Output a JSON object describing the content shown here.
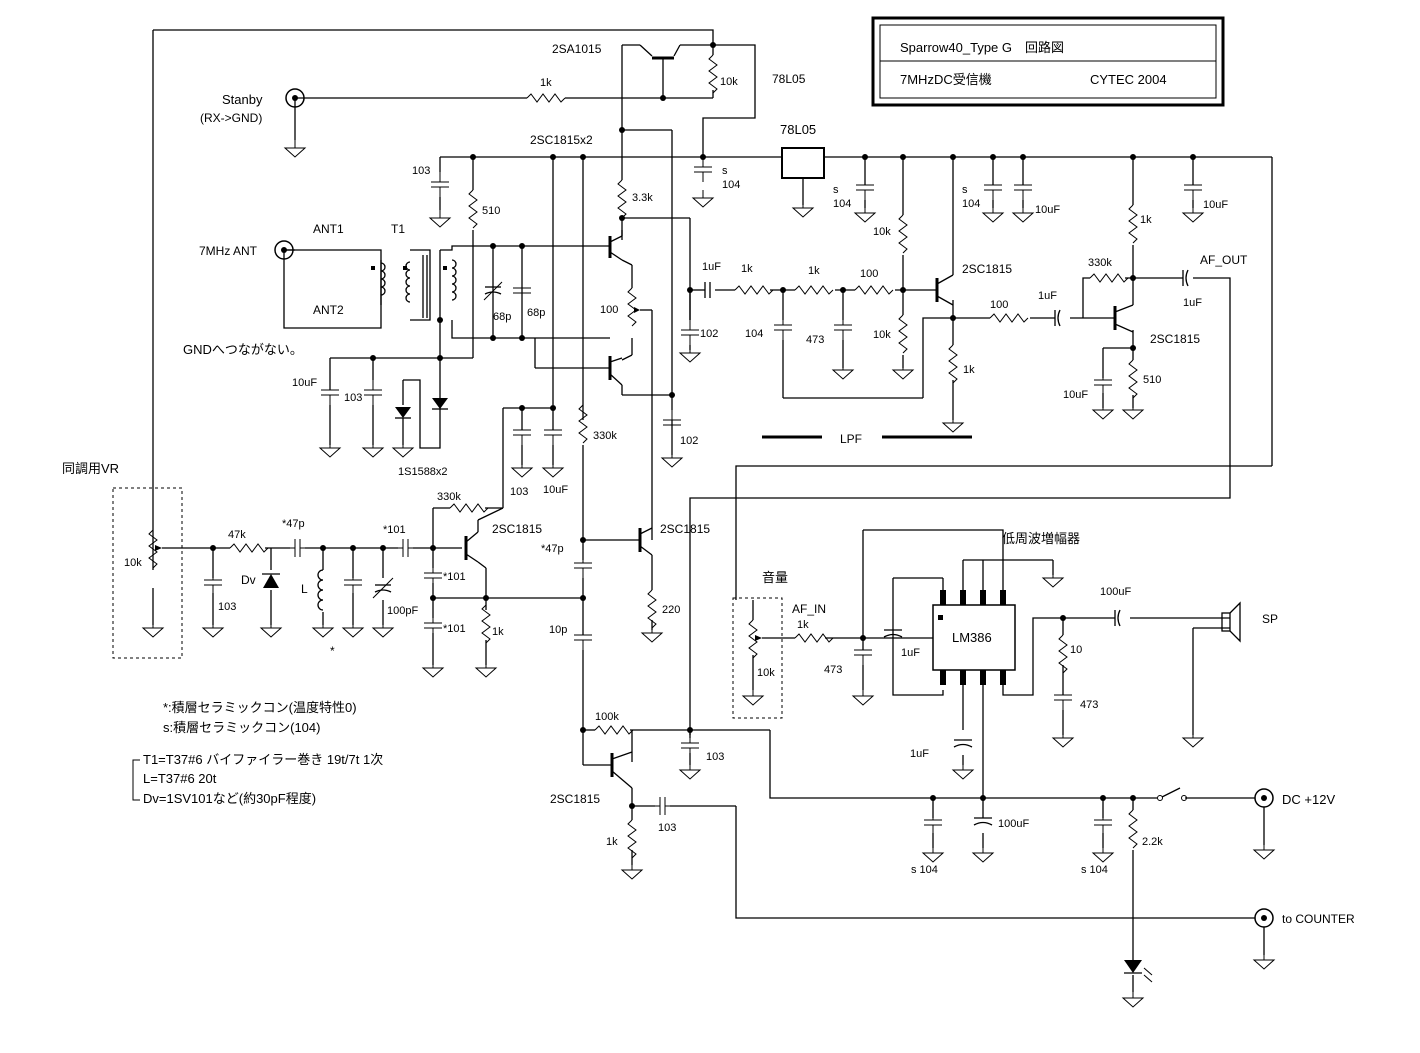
{
  "title_box": {
    "title": "Sparrow40_Type G　回路図",
    "subtitle": "7MHzDC受信機",
    "author": "CYTEC  2004"
  },
  "labels": {
    "standby": "Stanby",
    "standby_note": "(RX->GND)",
    "pnp": "2SA1015",
    "reg_top": "78L05",
    "reg": "78L05",
    "mixer_pair": "2SC1815x2",
    "ant1": "ANT1",
    "ant2": "ANT2",
    "ant": "7MHz ANT",
    "t1": "T1",
    "gnd_note": "GNDへつながない。",
    "diodes": "1S1588x2",
    "tune_vr": "同調用VR",
    "dv": "Dv",
    "coil_l": "L",
    "lpf": "LPF",
    "af_out": "AF_OUT",
    "af_in": "AF_IN",
    "volume": "音量",
    "amp": "低周波増幅器",
    "lm386": "LM386",
    "sp": "SP",
    "dc": "DC  +12V",
    "counter": "to COUNTER",
    "star_mark": "*"
  },
  "parts": {
    "r10k": "10k",
    "r1k": "1k",
    "c103": "103",
    "c104": "104",
    "r510": "510",
    "r3_3k": "3.3k",
    "c10uf": "10uF",
    "c1uf": "1uF",
    "c68p": "68p",
    "r100": "100",
    "c102": "102",
    "r330k": "330k",
    "c473": "473",
    "s": "s",
    "s104": "s  104",
    "tr": "2SC1815",
    "r47k": "47k",
    "c47p": "*47p",
    "c101": "*101",
    "c100pf": "100pF",
    "c10p": "10p",
    "r220": "220",
    "r100k": "100k",
    "c100uf": "100uF",
    "r10": "10",
    "r2_2k": "2.2k"
  },
  "notes": {
    "n1": "*:積層セラミックコン(温度特性0)",
    "n2": "s:積層セラミックコン(104)",
    "n3": "T1=T37#6 バイファイラー巻き 19t/7t 1次",
    "n4": "L=T37#6 20t",
    "n5": "Dv=1SV101など(約30pF程度)"
  }
}
